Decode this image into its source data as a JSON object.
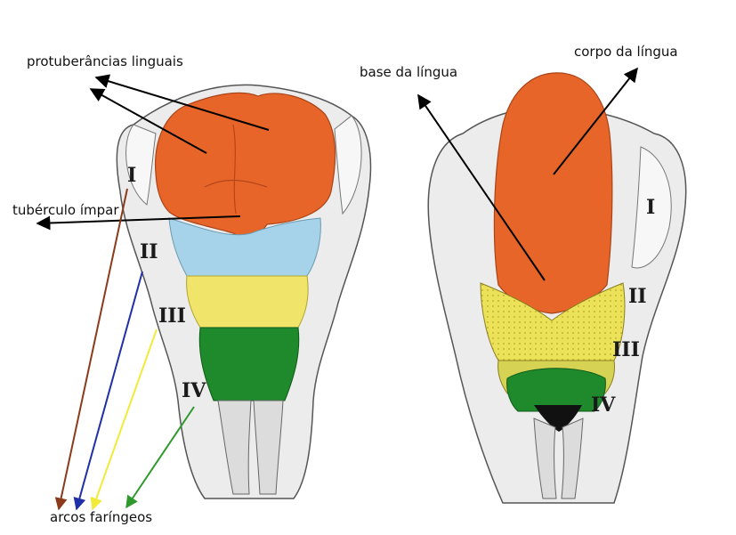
{
  "labels": {
    "protuberancias": "protuberâncias linguais",
    "tuberculo": "tubérculo ímpar",
    "base": "base da língua",
    "corpo": "corpo da língua",
    "arcos": "arcos faríngeos"
  },
  "left_numerals": [
    "I",
    "II",
    "III",
    "IV"
  ],
  "right_numerals": [
    "I",
    "II",
    "III",
    "IV"
  ],
  "colors": {
    "lingual_swellings": "#e8652a",
    "arch_2": "#a6d3ea",
    "arch_3": "#f0e56a",
    "arch_4": "#1f8a2c",
    "arrow_arch_1": "#8b3a1a",
    "arrow_arch_2": "#1f2fa8",
    "arrow_arch_3": "#f2ea3a",
    "arrow_arch_4": "#2e9a2e",
    "outline": "#555555",
    "tissue": "#ececec"
  }
}
